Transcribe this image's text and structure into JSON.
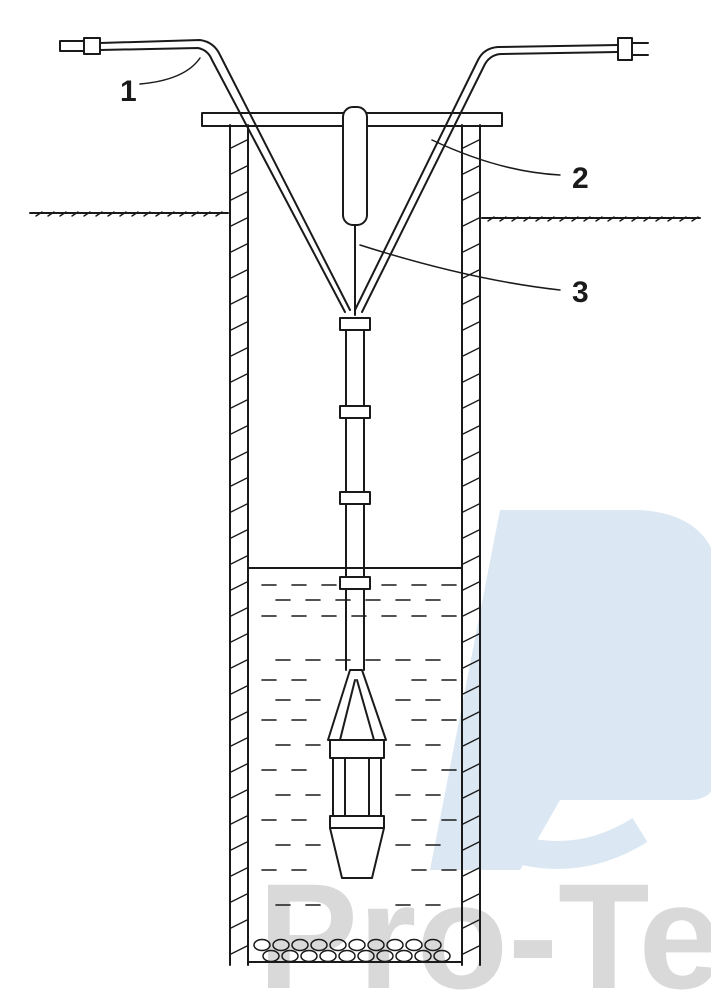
{
  "diagram": {
    "callouts": [
      {
        "id": "1",
        "label": "1"
      },
      {
        "id": "2",
        "label": "2"
      },
      {
        "id": "3",
        "label": "3"
      }
    ]
  },
  "watermark": {
    "text": "Pro-Te",
    "logo_color": "#dbe8f4",
    "text_color": "#d9d9d9"
  },
  "colors": {
    "ink": "#1a1a1a",
    "background": "#ffffff"
  }
}
